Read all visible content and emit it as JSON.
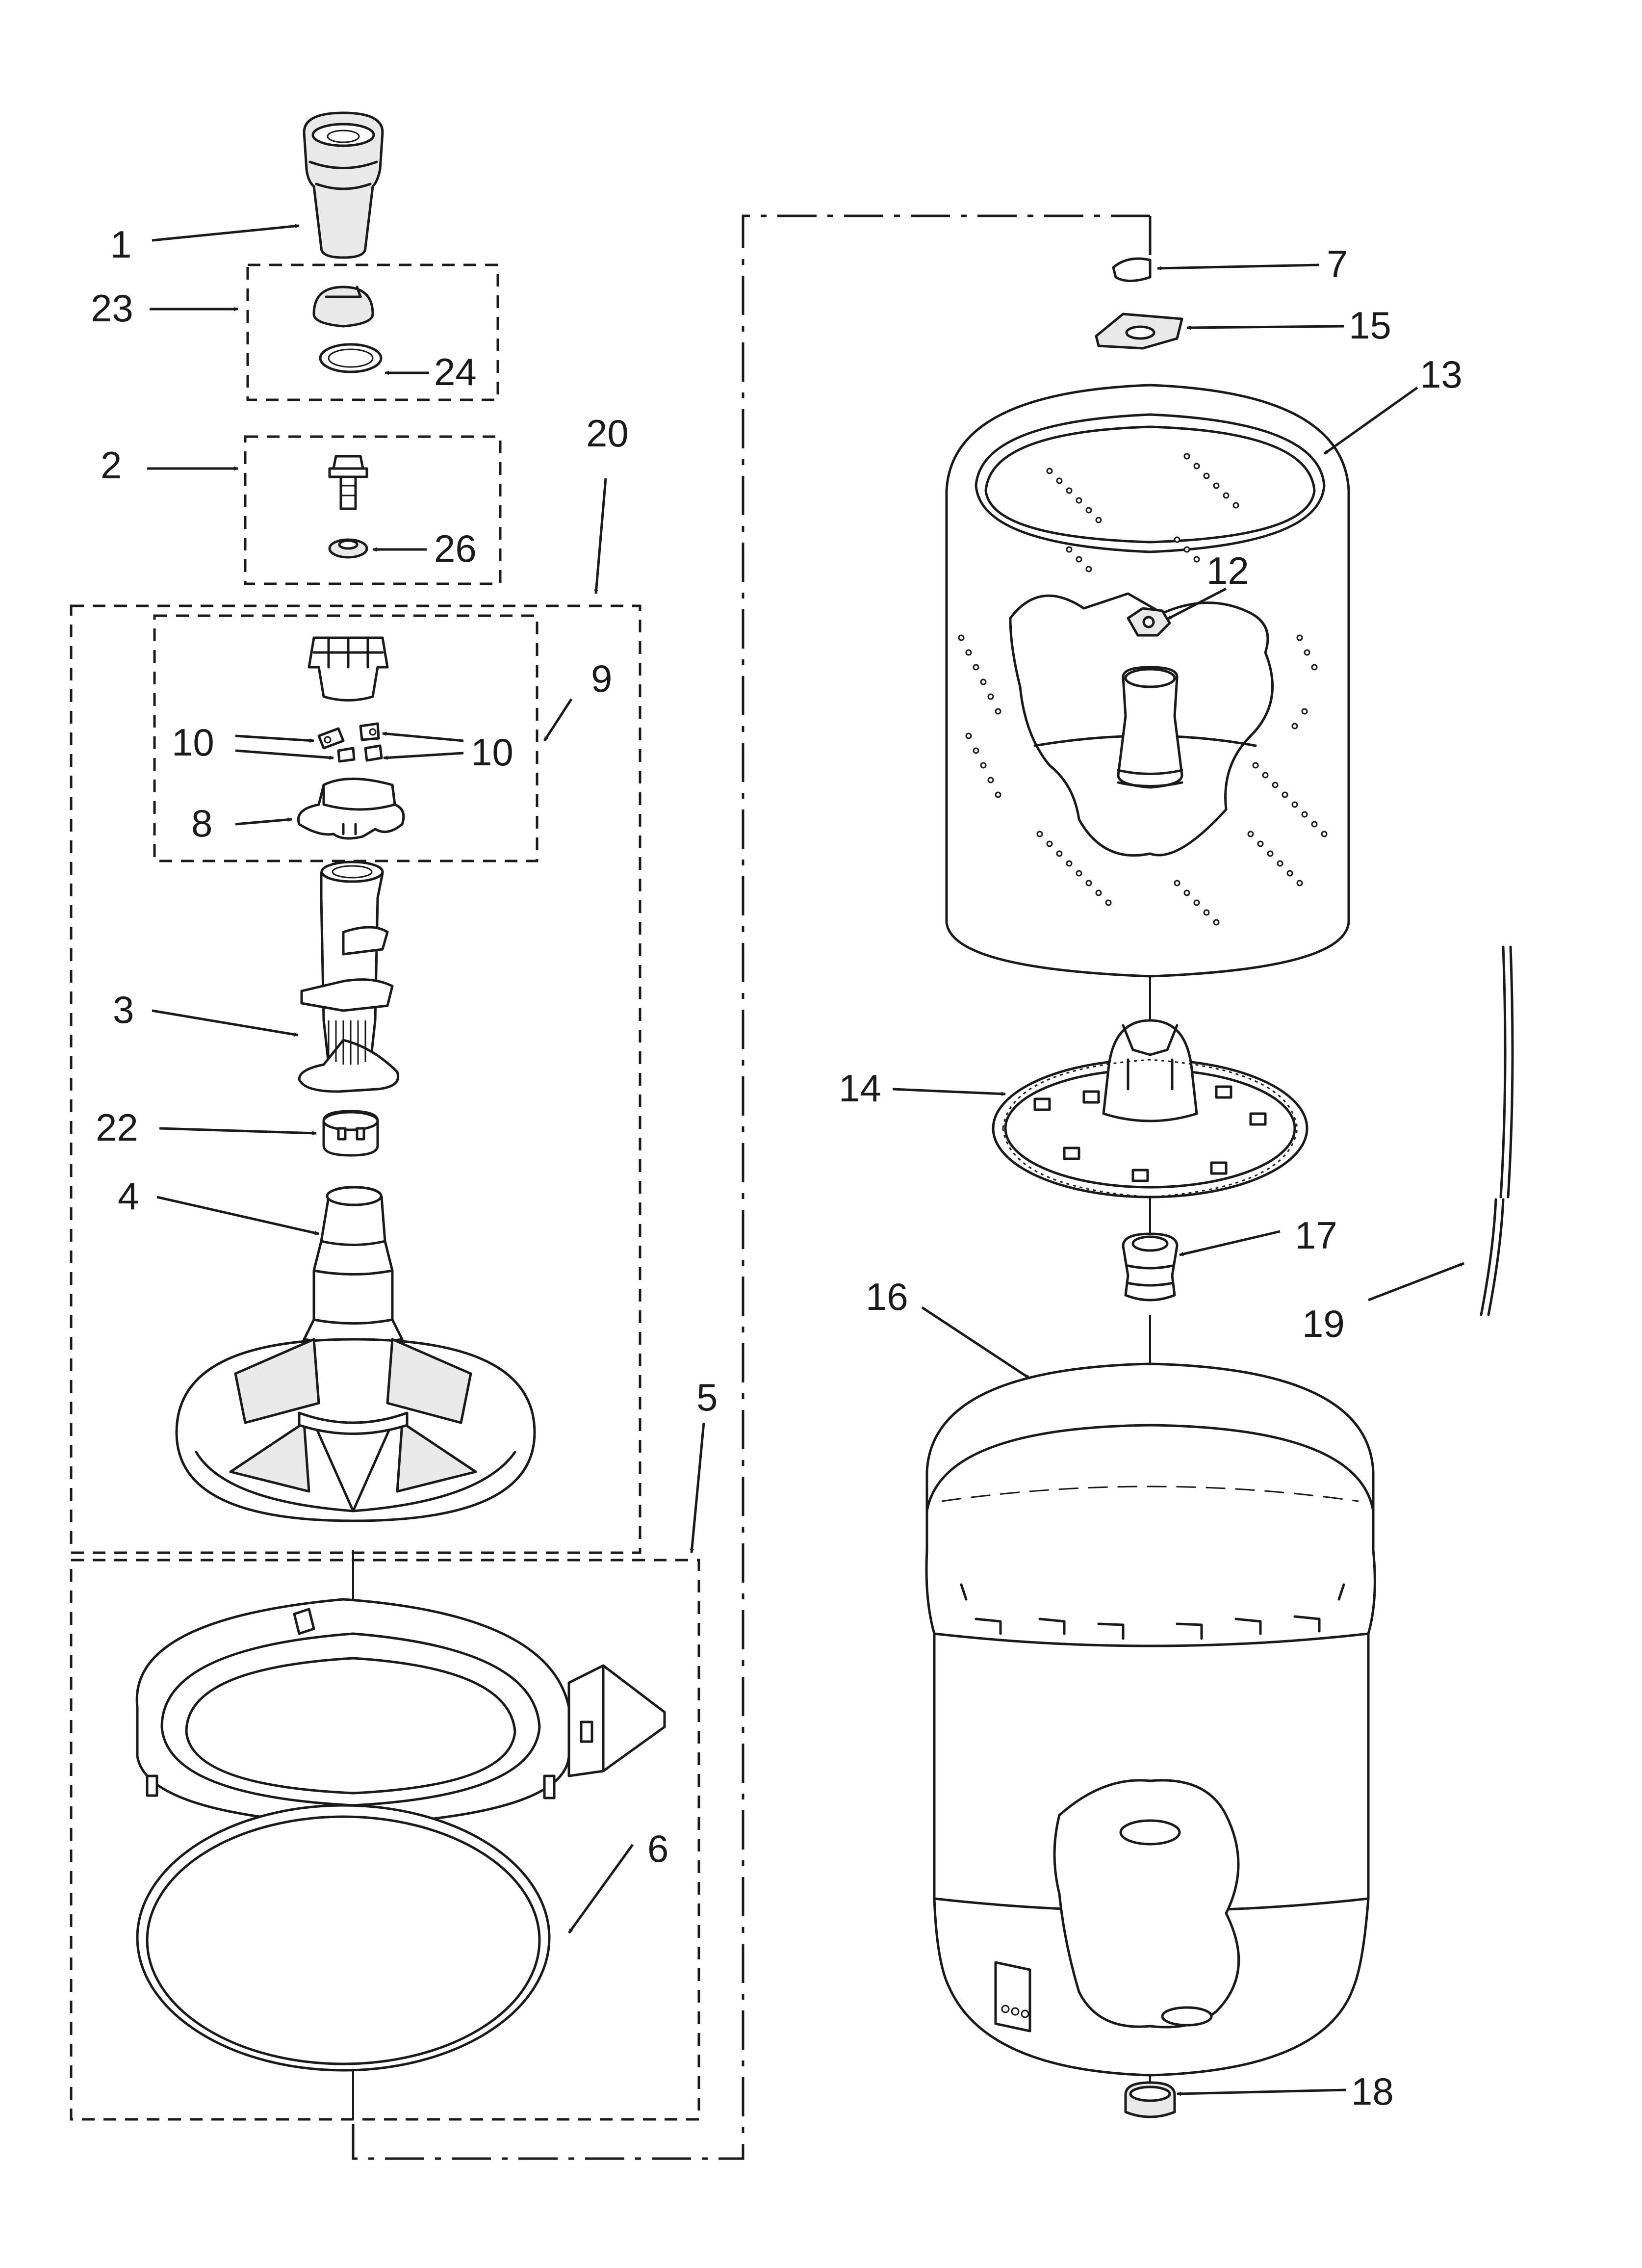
{
  "diagram": {
    "labels": {
      "p1": "1",
      "p2": "2",
      "p3": "3",
      "p4": "4",
      "p5": "5",
      "p6": "6",
      "p7": "7",
      "p8": "8",
      "p9": "9",
      "p10a": "10",
      "p10b": "10",
      "p12": "12",
      "p13": "13",
      "p14": "14",
      "p15": "15",
      "p16": "16",
      "p17": "17",
      "p18": "18",
      "p19": "19",
      "p20": "20",
      "p22": "22",
      "p23": "23",
      "p24": "24",
      "p26": "26"
    }
  }
}
